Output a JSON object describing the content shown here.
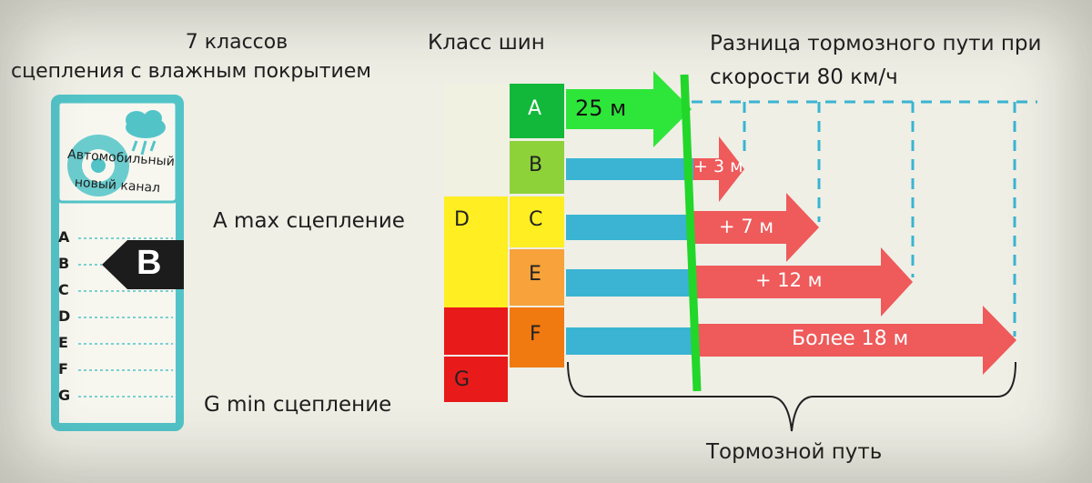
{
  "left_caption": {
    "line1": "7 классов",
    "line2": "сцепления с влажным покрытием"
  },
  "label_card": {
    "logo_text_line1": "Автомобильный",
    "logo_text_line2": "новый канал",
    "grades": [
      "A",
      "B",
      "C",
      "D",
      "E",
      "F",
      "G"
    ],
    "selected_grade": "B",
    "frame_color": "#52c4c8"
  },
  "annotations": {
    "max_grip": "A max сцепление",
    "min_grip": "G min сцепление"
  },
  "tire_class": {
    "title": "Класс шин",
    "left_column": [
      {
        "letter": "",
        "color": "#f1f1e2"
      },
      {
        "letter": "D",
        "color": "#ffee22"
      },
      {
        "letter": "",
        "color": "#e81a1a"
      },
      {
        "letter": "G",
        "color": "#e81a1a"
      }
    ],
    "right_column": [
      {
        "letter": "A",
        "color": "#12b83a",
        "text_color": "#ffffff"
      },
      {
        "letter": "B",
        "color": "#8ed23a",
        "text_color": "#222222"
      },
      {
        "letter": "C",
        "color": "#ffee22",
        "text_color": "#222222"
      },
      {
        "letter": "E",
        "color": "#f7a23a",
        "text_color": "#222222"
      },
      {
        "letter": "F",
        "color": "#f07a10",
        "text_color": "#222222"
      }
    ]
  },
  "braking": {
    "title_line1": "Разница тормозного пути при",
    "title_line2": "скорости 80 км/ч",
    "base_label": "25 м",
    "deltas": [
      "+ 3 м",
      "+ 7 м",
      "+ 12 м",
      "Более 18 м"
    ],
    "brace_label": "Тормозной путь",
    "colors": {
      "green_arrow": "#2ee63a",
      "blue_bar": "#3ab4d2",
      "red_arrow": "#ef5a5a",
      "stop_line": "#22d62a",
      "dashes": "#3ab4d2"
    }
  }
}
